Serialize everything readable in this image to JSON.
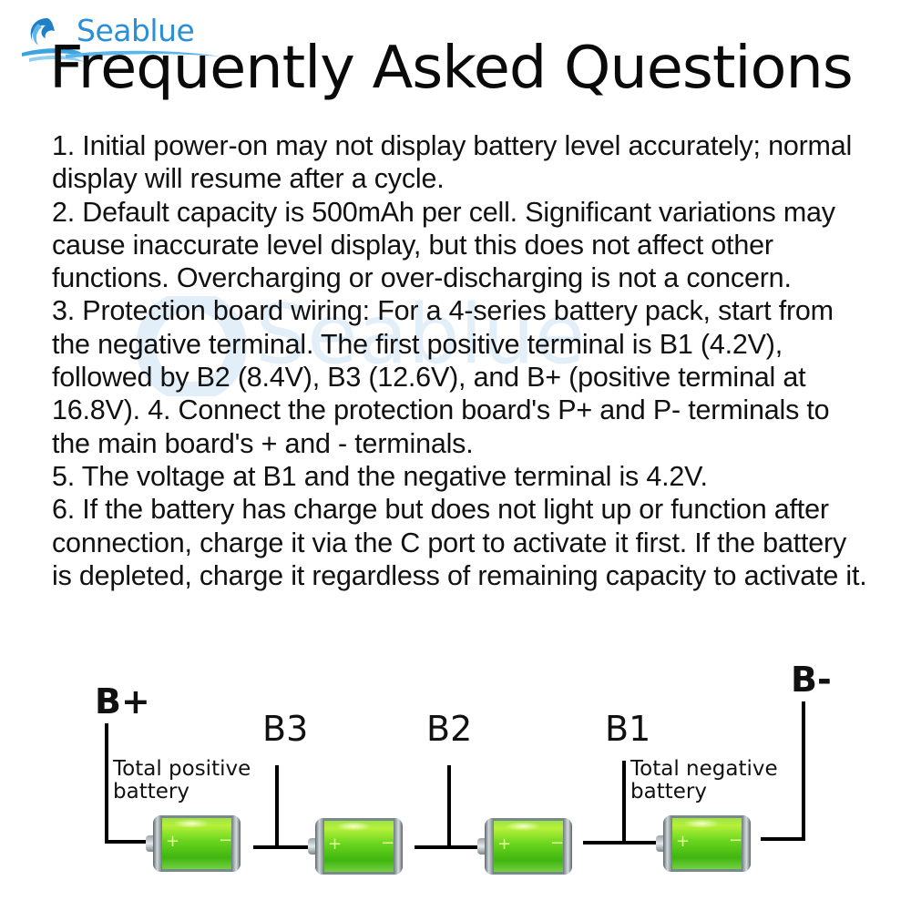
{
  "brand": {
    "name": "Seablue",
    "color": "#2a8fd6"
  },
  "title": "Frequently Asked Questions",
  "faq": [
    "1. Initial power-on may not display battery level accurately; normal display will resume after a cycle.",
    "2. Default capacity is 500mAh per cell. Significant variations may cause inaccurate level display, but this does not affect other functions. Overcharging or over-discharging is not a concern.",
    "3. Protection board wiring: For a 4-series battery pack, start from the negative terminal. The first positive terminal is B1 (4.2V), followed by B2 (8.4V), B3 (12.6V), and B+ (positive terminal at 16.8V). 4. Connect the protection board's P+ and P- terminals to the main board's + and - terminals.",
    "5. The voltage at B1 and the negative terminal is 4.2V.",
    "6. If the battery has charge but does not light up or function after connection, charge it via the C port to activate it first. If the battery is depleted, charge it regardless of remaining capacity to activate it."
  ],
  "diagram": {
    "terminals": {
      "b_plus": "B+",
      "b3": "B3",
      "b2": "B2",
      "b1": "B1",
      "b_minus": "B-"
    },
    "labels": {
      "total_positive": "Total positive battery",
      "total_positive_line1": "Total positive",
      "total_positive_line2": "battery",
      "total_negative": "Total negative battery",
      "total_negative_line1": "Total negative",
      "total_negative_line2": "battery"
    },
    "battery_count": 4,
    "battery_symbols": {
      "plus": "+",
      "minus": "−"
    },
    "battery_color": "#6ad61e"
  },
  "watermark": "Seablue"
}
